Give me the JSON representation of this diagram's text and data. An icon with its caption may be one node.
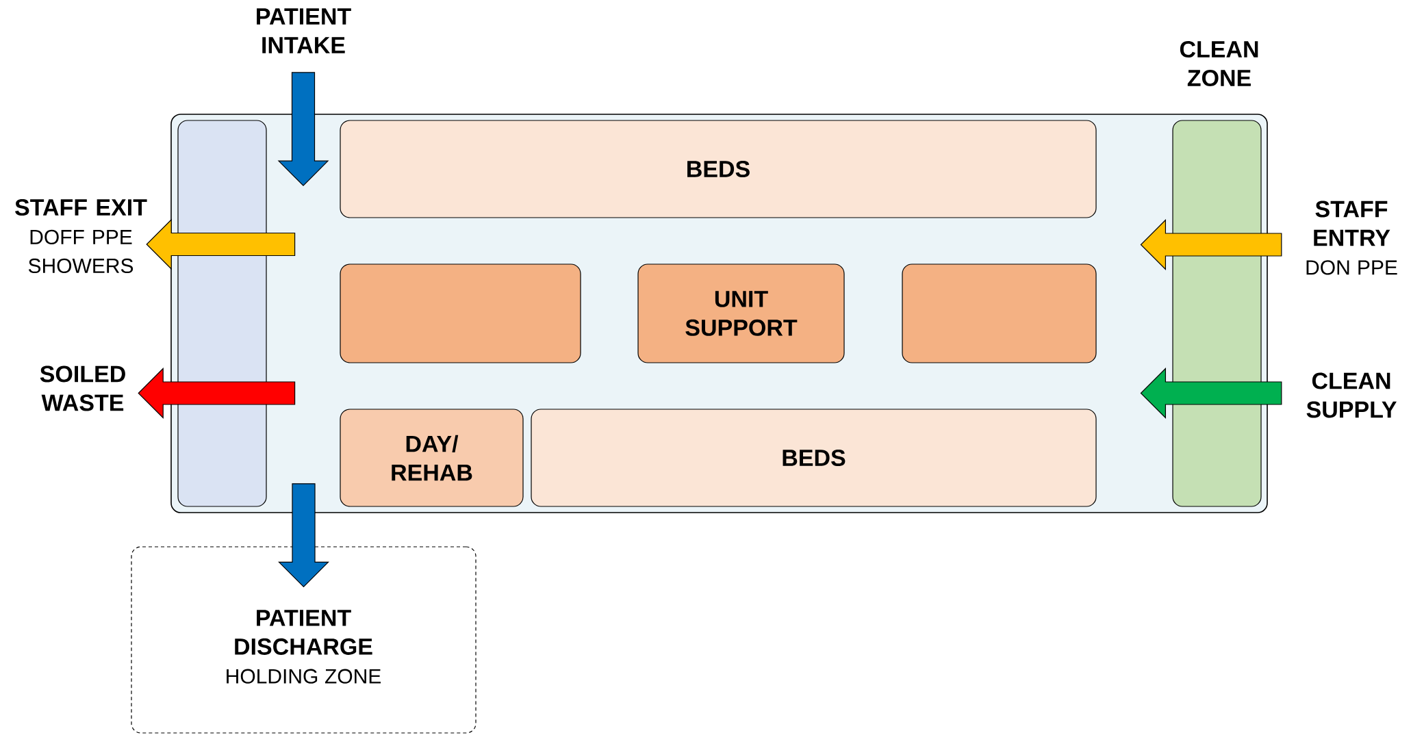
{
  "diagram": {
    "nodes": [
      {
        "text": [],
        "shape": "box"
      },
      {
        "text": [],
        "shape": "box",
        "in": 0
      },
      {
        "text": [
          "BEDS"
        ],
        "in": 0
      },
      {
        "text": [],
        "shape": "box",
        "in": 0
      },
      {
        "text": [
          "UNIT SUPPORT"
        ],
        "in": 0
      },
      {
        "text": [],
        "shape": "box",
        "in": 0
      },
      {
        "text": [
          "DAY/ REHAB"
        ],
        "in": 0
      },
      {
        "text": [
          "BEDS"
        ],
        "in": 0
      },
      {
        "text": [
          "CLEAN ZONE"
        ],
        "in": 0
      },
      {
        "text": [
          "PATIENT DISCHARGE",
          "HOLDING ZONE"
        ]
      },
      {
        "text": [
          "PATIENT INTAKE"
        ]
      },
      {
        "text": [
          "STAFF EXIT",
          "DOFF PPE",
          "SHOWERS"
        ]
      },
      {
        "text": [
          "SOILED WASTE"
        ]
      },
      {
        "text": [
          "STAFF ENTRY",
          "DON PPE"
        ]
      },
      {
        "text": [
          "CLEAN SUPPLY"
        ]
      }
    ],
    "edges": [
      {
        "from": 10,
        "to": 0,
        "arrow": "to",
        "color": "#0070c0"
      },
      {
        "from": 1,
        "to": 11,
        "arrow": "to",
        "color": "#ffc000"
      },
      {
        "from": 1,
        "to": 12,
        "arrow": "to",
        "color": "#ff0000"
      },
      {
        "from": 13,
        "to": 8,
        "arrow": "to",
        "color": "#ffc000"
      },
      {
        "from": 14,
        "to": 8,
        "arrow": "to",
        "color": "#00b050"
      },
      {
        "from": 0,
        "to": 9,
        "arrow": "to",
        "color": "#0070c0"
      }
    ]
  }
}
